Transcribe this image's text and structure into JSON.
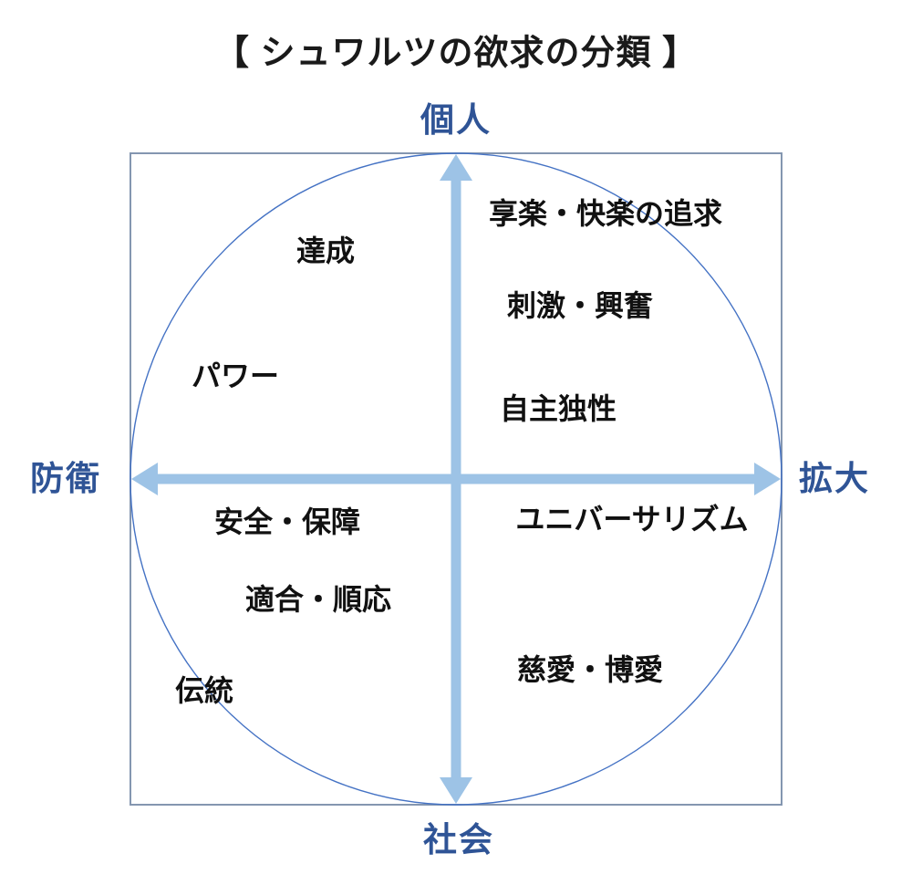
{
  "title": "【 シュワルツの欲求の分類 】",
  "axes": {
    "top": "個人",
    "bottom": "社会",
    "left": "防衛",
    "right": "拡大"
  },
  "quadrants": {
    "top_left": [
      "達成",
      "パワー"
    ],
    "top_right": [
      "享楽・快楽の追求",
      "刺激・興奮",
      "自主独性"
    ],
    "bottom_left": [
      "安全・保障",
      "適合・順応",
      "伝統"
    ],
    "bottom_right": [
      "ユニバーサリズム",
      "慈愛・博愛"
    ]
  },
  "colors": {
    "title-text": "#1a1a1a",
    "axis-label": "#2F5496",
    "label-text": "#111111",
    "arrow": "#9DC3E6",
    "circle-stroke": "#4472C4",
    "box-border": "#8496B0"
  }
}
